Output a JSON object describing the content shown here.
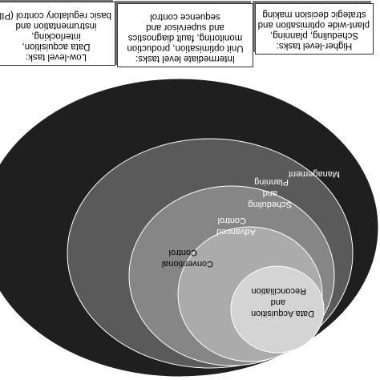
{
  "colors": {
    "management": "#1f1f1f",
    "scheduling": "#5a5a5a",
    "advanced": "#868686",
    "conventional": "#ababab",
    "data_acq": "#d4d4d4",
    "frame": "#ffffff",
    "box_border": "#333333"
  },
  "layers": [
    {
      "id": "management",
      "lines": [
        "Management"
      ]
    },
    {
      "id": "scheduling",
      "lines": [
        "Scheduling",
        "and",
        "Planning"
      ]
    },
    {
      "id": "advanced",
      "lines": [
        "Advanced",
        "Control"
      ]
    },
    {
      "id": "conventional",
      "lines": [
        "Conventional",
        "Control"
      ]
    },
    {
      "id": "data_acq",
      "lines": [
        "Data Acquisition",
        "and",
        "Reconciliation"
      ]
    }
  ],
  "task_boxes": [
    {
      "id": "low",
      "heading": "Low-level task:",
      "lines": [
        "Data acquisition,",
        "interlocking,",
        "instrumentation and",
        "basic regulatory control (PID)"
      ]
    },
    {
      "id": "intermediate",
      "heading": "Intermediate level tasks:",
      "lines": [
        "Unit optimisation, production",
        "monitoring, fault diagnostics",
        "and supervisor and",
        "sequence control"
      ]
    },
    {
      "id": "high",
      "heading": "Higher-level tasks:",
      "lines": [
        "Scheduling, planning,",
        "plant-wide optimisation and",
        "strategic decision making"
      ]
    }
  ]
}
